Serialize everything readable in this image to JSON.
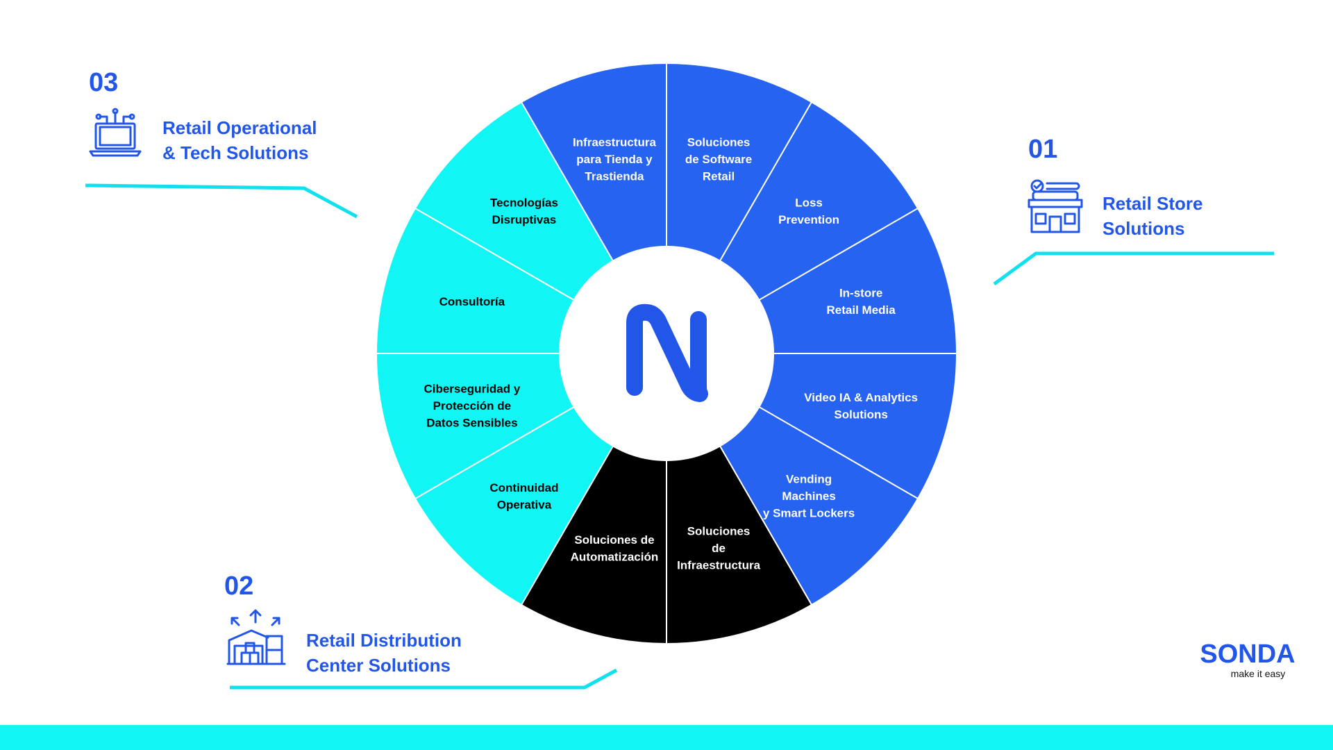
{
  "groups": [
    {
      "number": "01",
      "title_line1": "Retail Store",
      "title_line2": "Solutions",
      "icon": "store-icon"
    },
    {
      "number": "02",
      "title_line1": "Retail Distribution",
      "title_line2": "Center Solutions",
      "icon": "warehouse-icon"
    },
    {
      "number": "03",
      "title_line1": "Retail Operational",
      "title_line2": "& Tech Solutions",
      "icon": "laptop-network-icon"
    }
  ],
  "wheel": {
    "center_logo": "N",
    "segments": [
      {
        "lines": [
          "Soluciones",
          "de Software",
          "Retail"
        ],
        "group": "01"
      },
      {
        "lines": [
          "Loss",
          "Prevention"
        ],
        "group": "01"
      },
      {
        "lines": [
          "In-store",
          "Retail Media"
        ],
        "group": "01"
      },
      {
        "lines": [
          "Video IA & Analytics",
          "Solutions"
        ],
        "group": "01"
      },
      {
        "lines": [
          "Vending",
          "Machines",
          "y Smart Lockers"
        ],
        "group": "01"
      },
      {
        "lines": [
          "Soluciones",
          "de",
          "Infraestructura"
        ],
        "group": "02"
      },
      {
        "lines": [
          "Soluciones de",
          "Automatización"
        ],
        "group": "02"
      },
      {
        "lines": [
          "Continuidad",
          "Operativa"
        ],
        "group": "03"
      },
      {
        "lines": [
          "Ciberseguridad y",
          "Protección de",
          "Datos Sensibles"
        ],
        "group": "03"
      },
      {
        "lines": [
          "Consultoría"
        ],
        "group": "03"
      },
      {
        "lines": [
          "Tecnologías",
          "Disruptivas"
        ],
        "group": "03"
      },
      {
        "lines": [
          "Infraestructura",
          "para Tienda y",
          "Trastienda"
        ],
        "group": "01"
      }
    ]
  },
  "colors": {
    "group_01": "#2563f0",
    "group_02": "#000000",
    "group_03": "#12f5f5",
    "accent_line": "#12e0ee",
    "brand": "#2256e8"
  },
  "logo": {
    "word": "SONDA",
    "tagline": "make it easy"
  }
}
